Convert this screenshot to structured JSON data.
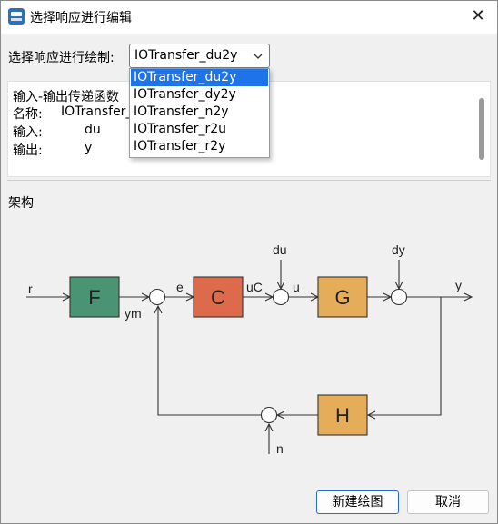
{
  "window": {
    "title": "选择响应进行编辑",
    "close_glyph": "✕"
  },
  "plot": {
    "label": "选择响应进行绘制:",
    "selected": "IOTransfer_du2y",
    "options": [
      "IOTransfer_du2y",
      "IOTransfer_dy2y",
      "IOTransfer_n2y",
      "IOTransfer_r2u",
      "IOTransfer_r2y"
    ]
  },
  "info": {
    "heading": "输入-输出传递函数",
    "name_label": "名称:",
    "name_value": "IOTransfer_du2y",
    "input_label": "输入:",
    "input_value": "du",
    "output_label": "输出:",
    "output_value": "y"
  },
  "architecture": {
    "label": "架构",
    "blocks": [
      {
        "id": "F",
        "color": "#4a9373"
      },
      {
        "id": "C",
        "color": "#de6a4c"
      },
      {
        "id": "G",
        "color": "#e5ac5a"
      },
      {
        "id": "H",
        "color": "#e5ac5a"
      }
    ],
    "signals": {
      "r": "r",
      "ym": "ym",
      "e": "e",
      "uC": "uC",
      "u": "u",
      "du": "du",
      "dy": "dy",
      "y": "y",
      "n": "n"
    }
  },
  "buttons": {
    "new_plot": "新建绘图",
    "cancel": "取消"
  }
}
